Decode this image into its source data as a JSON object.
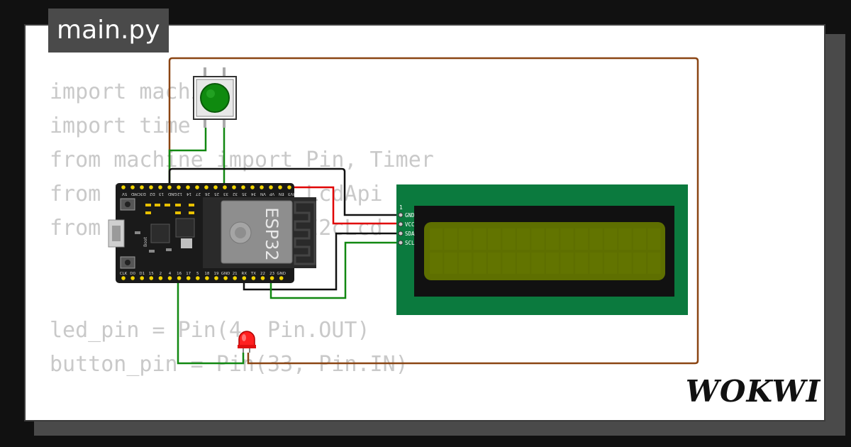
{
  "file_tab": {
    "label": "main.py"
  },
  "code_lines": [
    "import machine",
    "import time",
    "from machine import Pin, Timer",
    "from lcd_api import LcdApi",
    "from i2c_lcd import I2cLcd",
    "",
    "",
    "led_pin = Pin(4, Pin.OUT)",
    "button_pin = Pin(33, Pin.IN)"
  ],
  "esp32": {
    "chip_label": "ESP32",
    "top_pins": [
      "5V",
      "CMD",
      "D3",
      "D2",
      "13",
      "GND",
      "12",
      "14",
      "27",
      "26",
      "25",
      "33",
      "32",
      "35",
      "34",
      "VN",
      "VP",
      "EN",
      "3V3"
    ],
    "bottom_pins": [
      "CLK",
      "D0",
      "D1",
      "15",
      "2",
      "4",
      "16",
      "17",
      "5",
      "18",
      "19",
      "GND",
      "21",
      "RX",
      "TX",
      "22",
      "23",
      "GND"
    ],
    "boot_label": "Boot"
  },
  "lcd": {
    "pin1_marker": "1",
    "pins": [
      "GND",
      "VCC",
      "SDA",
      "SCL"
    ]
  },
  "colors": {
    "wire_brown": "#8b4513",
    "wire_green": "#118811",
    "wire_red": "#e00000",
    "wire_black": "#111111",
    "lcd_pcb": "#0b7a3e",
    "lcd_screen": "#5e6f00",
    "button_cap": "#0f8a0f",
    "led_red": "#ff2020"
  },
  "brand": {
    "logo_text": "WOKWI"
  }
}
